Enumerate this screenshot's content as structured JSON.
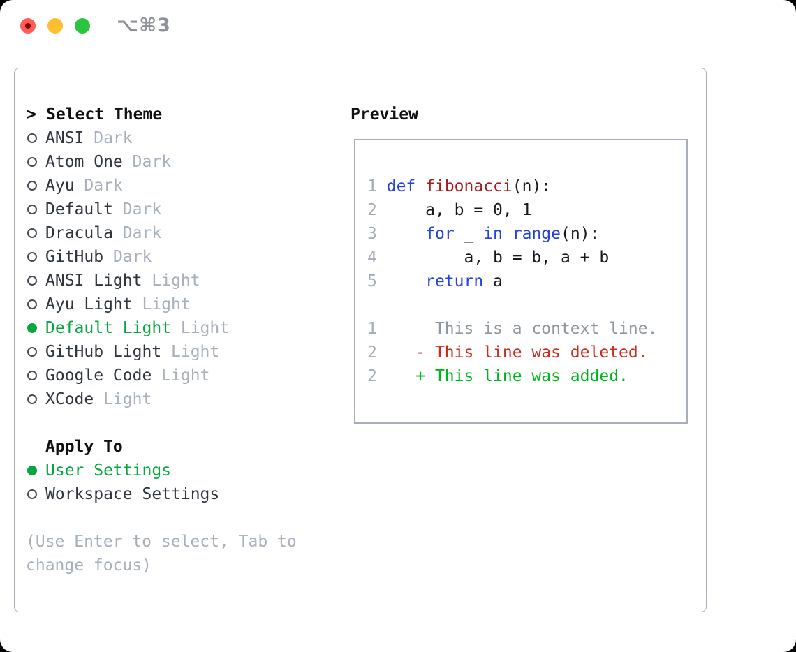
{
  "window": {
    "title": "⌥⌘3"
  },
  "traffic_lights": [
    {
      "name": "close-button",
      "color_key": "traffic_red"
    },
    {
      "name": "minimize-button",
      "color_key": "traffic_yellow"
    },
    {
      "name": "zoom-button",
      "color_key": "traffic_green"
    }
  ],
  "theme_selector": {
    "pointer": ">",
    "header": "Select Theme",
    "items": [
      {
        "name": "ANSI",
        "variant": "Dark",
        "selected": false
      },
      {
        "name": "Atom One",
        "variant": "Dark",
        "selected": false
      },
      {
        "name": "Ayu",
        "variant": "Dark",
        "selected": false
      },
      {
        "name": "Default",
        "variant": "Dark",
        "selected": false
      },
      {
        "name": "Dracula",
        "variant": "Dark",
        "selected": false
      },
      {
        "name": "GitHub",
        "variant": "Dark",
        "selected": false
      },
      {
        "name": "ANSI Light",
        "variant": "Light",
        "selected": false
      },
      {
        "name": "Ayu Light",
        "variant": "Light",
        "selected": false
      },
      {
        "name": "Default Light",
        "variant": "Light",
        "selected": true
      },
      {
        "name": "GitHub Light",
        "variant": "Light",
        "selected": false
      },
      {
        "name": "Google Code",
        "variant": "Light",
        "selected": false
      },
      {
        "name": "XCode",
        "variant": "Light",
        "selected": false
      }
    ]
  },
  "apply_to": {
    "header": "Apply To",
    "options": [
      {
        "label": "User Settings",
        "selected": true
      },
      {
        "label": "Workspace Settings",
        "selected": false
      }
    ]
  },
  "hint": "(Use Enter to select, Tab to change focus)",
  "preview": {
    "header": "Preview",
    "lines": [
      {
        "name": "code-line-1",
        "segs": [
          [
            "num",
            "1"
          ],
          [
            "plain",
            " "
          ],
          [
            "kw",
            "def"
          ],
          [
            "plain",
            " "
          ],
          [
            "fn",
            "fibonacci"
          ],
          [
            "plain",
            "(n):"
          ]
        ]
      },
      {
        "name": "code-line-2",
        "segs": [
          [
            "num",
            "2"
          ],
          [
            "plain",
            "     a, b = 0, 1"
          ]
        ]
      },
      {
        "name": "code-line-3",
        "segs": [
          [
            "num",
            "3"
          ],
          [
            "plain",
            "     "
          ],
          [
            "kw",
            "for"
          ],
          [
            "plain",
            " _ "
          ],
          [
            "kw",
            "in"
          ],
          [
            "plain",
            " "
          ],
          [
            "kw",
            "range"
          ],
          [
            "plain",
            "(n):"
          ]
        ]
      },
      {
        "name": "code-line-4",
        "segs": [
          [
            "num",
            "4"
          ],
          [
            "plain",
            "         a, b = b, a + b"
          ]
        ]
      },
      {
        "name": "code-line-5",
        "segs": [
          [
            "num",
            "5"
          ],
          [
            "plain",
            "     "
          ],
          [
            "kw",
            "return"
          ],
          [
            "plain",
            " a"
          ]
        ]
      },
      {
        "name": "blank-line",
        "segs": []
      },
      {
        "name": "diff-context-line",
        "segs": [
          [
            "num",
            "1"
          ],
          [
            "ctx",
            "      This is a context line."
          ]
        ]
      },
      {
        "name": "diff-deleted-line",
        "segs": [
          [
            "num",
            "2"
          ],
          [
            "del",
            "    - This line was deleted."
          ]
        ]
      },
      {
        "name": "diff-added-line",
        "segs": [
          [
            "num",
            "2"
          ],
          [
            "add",
            "    + This line was added."
          ]
        ]
      }
    ]
  },
  "colors": {
    "heading_black": "#0e1013",
    "text_dark": "#2f353c",
    "muted_gray": "#a7b0bb",
    "border_gray": "#a8afba",
    "selection_green": "#07a63f",
    "diff_add_green": "#00b71b",
    "diff_del_red": "#ca2d1e",
    "keyword_blue": "#2343dc",
    "function_red": "#a31d1d",
    "line_number_gray": "#a3acb7",
    "context_gray": "#8f979f",
    "code_plain": "#16191d",
    "title_gray": "#8e9196",
    "traffic_red": "#ff5d55",
    "traffic_red_dot": "#7a0c03",
    "traffic_yellow": "#ffbe2f",
    "traffic_green": "#2ac53f"
  }
}
